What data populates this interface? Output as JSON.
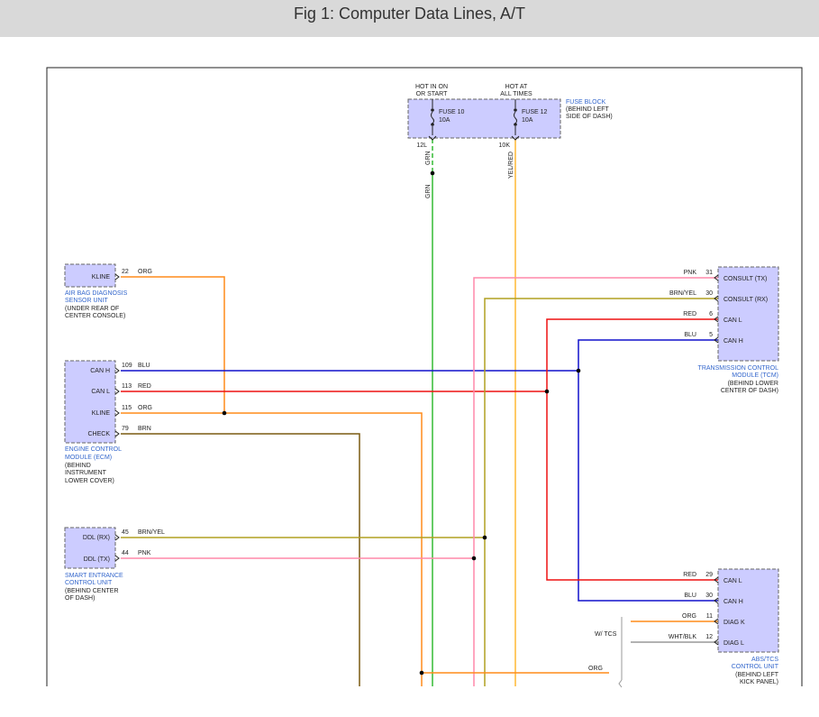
{
  "title": "Fig 1: Computer Data Lines, A/T",
  "colors": {
    "green": "#33bb33",
    "yellow": "#ffb833",
    "orange": "#ff8c1a",
    "pink": "#ff88aa",
    "olive": "#b0a020",
    "red": "#ee1111",
    "blue": "#1111cc",
    "brown": "#7a5a10",
    "gray": "#999999",
    "component_fill": "#ccccff"
  },
  "fuse_block": {
    "label1": "FUSE BLOCK",
    "label2": "(BEHIND LEFT",
    "label3": "SIDE OF DASH)",
    "fuse10": {
      "name": "FUSE 10",
      "rating": "10A",
      "hot1": "HOT IN ON",
      "hot2": "OR START",
      "term": "12L"
    },
    "fuse12": {
      "name": "FUSE 12",
      "rating": "10A",
      "hot1": "HOT AT",
      "hot2": "ALL TIMES",
      "term": "10K"
    }
  },
  "wires": {
    "grn": "GRN",
    "yel_red": "YEL/RED",
    "airbag_kline": {
      "pin": "22",
      "color": "ORG"
    },
    "ecm_canh": {
      "pin": "109",
      "color": "BLU"
    },
    "ecm_canl": {
      "pin": "113",
      "color": "RED"
    },
    "ecm_kline": {
      "pin": "115",
      "color": "ORG"
    },
    "ecm_check": {
      "pin": "79",
      "color": "BRN"
    },
    "sec_ddlrx": {
      "pin": "45",
      "color": "BRN/YEL"
    },
    "sec_ddltx": {
      "pin": "44",
      "color": "PNK"
    },
    "tcm_consult_tx": {
      "pin": "31",
      "color": "PNK"
    },
    "tcm_consult_rx": {
      "pin": "30",
      "color": "BRN/YEL"
    },
    "tcm_canl": {
      "pin": "6",
      "color": "RED"
    },
    "tcm_canh": {
      "pin": "5",
      "color": "BLU"
    },
    "abs_canl": {
      "pin": "29",
      "color": "RED"
    },
    "abs_canh": {
      "pin": "30",
      "color": "BLU"
    },
    "abs_diagk": {
      "pin": "11",
      "color": "ORG"
    },
    "abs_diagl": {
      "pin": "12",
      "color": "WHT/BLK"
    },
    "bottom_org": "ORG",
    "wtcs": "W/ TCS"
  },
  "airbag": {
    "pin_kline": "KLINE",
    "d1": "AIR BAG DIAGNOSIS",
    "d2": "SENSOR UNIT",
    "d3": "(UNDER REAR OF",
    "d4": "CENTER CONSOLE)"
  },
  "ecm": {
    "pin_canh": "CAN H",
    "pin_canl": "CAN L",
    "pin_kline": "KLINE",
    "pin_check": "CHECK",
    "d1": "ENGINE CONTROL",
    "d2": "MODULE (ECM)",
    "d3": "(BEHIND",
    "d4": "INSTRUMENT",
    "d5": "LOWER COVER)"
  },
  "sec": {
    "pin_rx": "DDL (RX)",
    "pin_tx": "DDL (TX)",
    "d1": "SMART ENTRANCE",
    "d2": "CONTROL UNIT",
    "d3": "(BEHIND CENTER",
    "d4": "OF DASH)"
  },
  "tcm": {
    "pin_tx": "CONSULT (TX)",
    "pin_rx": "CONSULT (RX)",
    "pin_canl": "CAN L",
    "pin_canh": "CAN H",
    "d1": "TRANSMISSION CONTROL",
    "d2": "MODULE (TCM)",
    "d3": "(BEHIND LOWER",
    "d4": "CENTER OF DASH)"
  },
  "abs": {
    "pin_canl": "CAN L",
    "pin_canh": "CAN H",
    "pin_diagk": "DIAG K",
    "pin_diagl": "DIAG L",
    "d1": "ABS/TCS",
    "d2": "CONTROL UNIT",
    "d3": "(BEHIND LEFT",
    "d4": "KICK PANEL)"
  }
}
